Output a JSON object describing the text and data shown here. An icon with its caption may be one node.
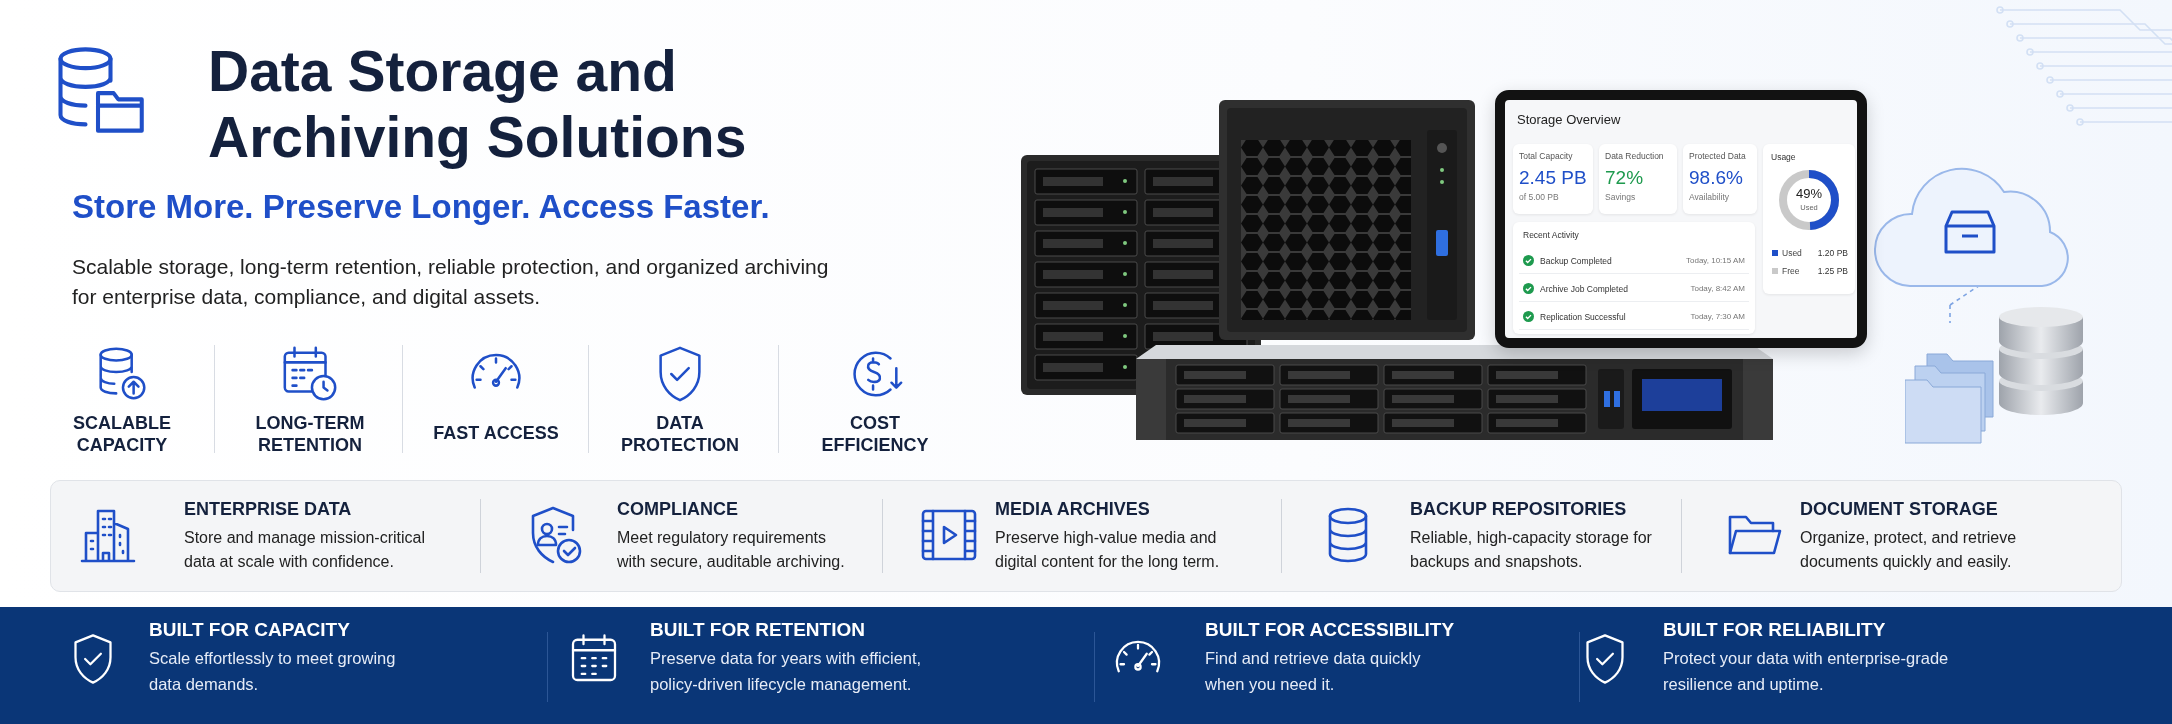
{
  "diagram": {
    "title": "Data Storage and Archiving Solutions",
    "nodes": [
      {
        "text": [],
        "shape": "box"
      },
      {
        "text": [
          "ENTERPRISE DATA",
          "Store and manage mission-critical data at scale with confidence."
        ],
        "in": 0
      },
      {
        "text": [
          "COMPLIANCE",
          "Meet regulatory requirements with secure, auditable archiving."
        ],
        "in": 0
      },
      {
        "text": [
          "MEDIA ARCHIVES",
          "Preserve high-value media and digital content for the long term."
        ],
        "in": 0
      },
      {
        "text": [
          "BACKUP REPOSITORIES",
          "Reliable, high-capacity storage for backups and snapshots."
        ],
        "in": 0
      },
      {
        "text": [
          "DOCUMENT STORAGE",
          "Organize, protect, and retrieve documents quickly and easily."
        ],
        "in": 0
      },
      {
        "text": [],
        "shape": "box"
      },
      {
        "text": [
          "BUILT FOR CAPACITY",
          "Scale effortlessly to meet growing data demands."
        ],
        "in": 6
      },
      {
        "text": [
          "BUILT FOR RETENTION",
          "Preserve data for years with efficient, policy-driven lifecycle management."
        ],
        "in": 6
      },
      {
        "text": [
          "BUILT FOR ACCESSIBILITY",
          "Find and retrieve data quickly when you need it."
        ],
        "in": 6
      },
      {
        "text": [
          "BUILT FOR RELIABILITY",
          "Protect your data with enterprise-grade resilience and uptime."
        ],
        "in": 6
      },
      {
        "text": [
          "Storage Overview"
        ]
      },
      {
        "text": [
          "Total Capacity",
          "2.45 PB",
          "of 5.00 PB"
        ],
        "in": 11
      },
      {
        "text": [
          "Data Reduction",
          "72%",
          "Savings"
        ],
        "in": 11
      },
      {
        "text": [
          "Protected Data",
          "98.6%",
          "Availability"
        ],
        "in": 11
      },
      {
        "text": [
          "Usage",
          "49%",
          "Used",
          "1.20 PB",
          "1.25 PB"
        ],
        "in": 11
      },
      {
        "text": [
          "Recent Activity"
        ],
        "in": 11
      },
      {
        "text": [
          "Backup Completed",
          "Today, 10:15 AM"
        ],
        "in": 16
      },
      {
        "text": [
          "Archive Job Completed",
          "Today, 8:42 AM"
        ],
        "in": 16
      },
      {
        "text": [
          "Replication Successful",
          "Today, 7:30 AM"
        ],
        "in": 16
      }
    ],
    "labels": [
      "Store More. Preserve Longer. Access Faster.",
      "Scalable storage, long-term retention, reliable protection, and organized archiving for enterprise data, compliance, and digital assets.",
      "SCALABLE CAPACITY",
      "LONG-TERM RETENTION",
      "FAST ACCESS",
      "DATA PROTECTION",
      "COST EFFICIENCY"
    ],
    "legend": [
      {
        "text": "Used",
        "color": "#1f4fc8"
      },
      {
        "text": "Free",
        "color": "#c9c9c9"
      }
    ]
  }
}
